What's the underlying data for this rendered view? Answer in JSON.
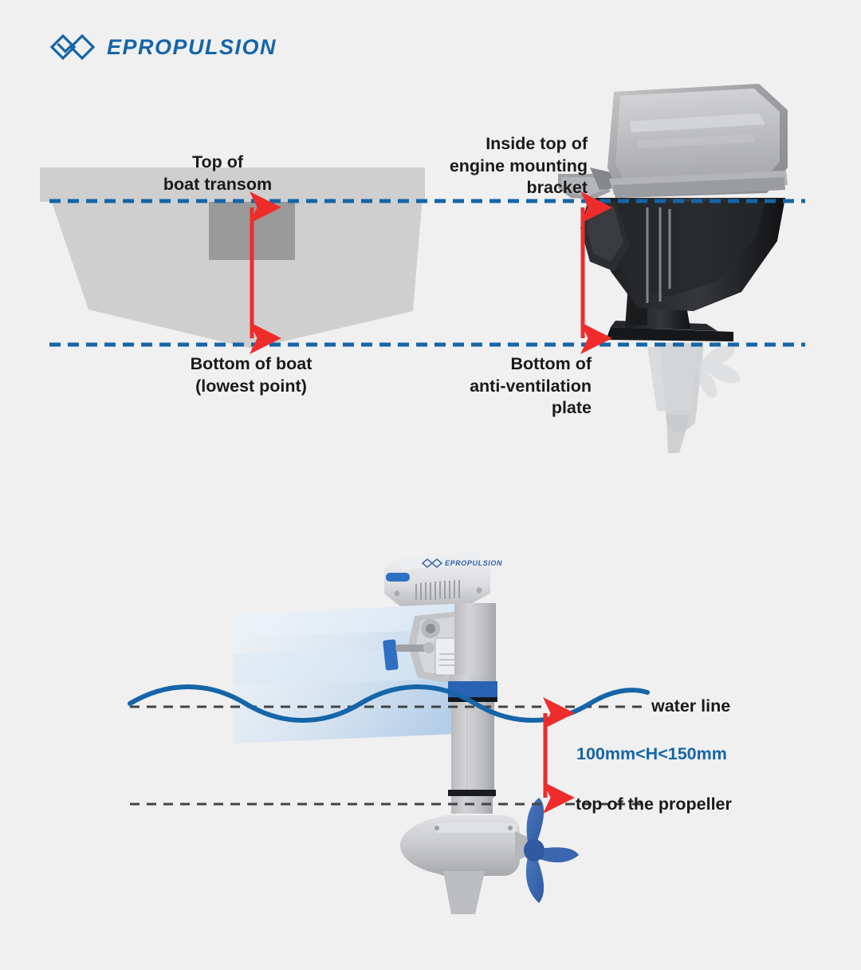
{
  "brand": {
    "name": "EPROPULSION",
    "logo_icon": "epropulsion-chevron-logo",
    "color": "#1565a8"
  },
  "colors": {
    "background": "#f0f0f0",
    "blue": "#1565a8",
    "red_arrow": "#ee2c2c",
    "hull_light": "#cfcfcf",
    "hull_transom": "#9a9a9a",
    "dash_dark": "#444444"
  },
  "diagram_top": {
    "name": "shaft-length-measurement-diagram",
    "labels": {
      "top_of_boat_transom": "Top of\nboat transom",
      "bottom_of_boat": "Bottom of boat\n(lowest point)",
      "inside_top_of_bracket": "Inside top of\nengine mounting\nbracket",
      "bottom_of_plate": "Bottom of\nanti-ventilation\nplate"
    },
    "illustrations": {
      "left": "boat-hull-cross-section",
      "right": "outboard-engine-side-view"
    },
    "measurement_arrow": "transom-height-double-arrow",
    "reference_lines": [
      "top-reference-dashed-line",
      "bottom-reference-dashed-line"
    ]
  },
  "diagram_bottom": {
    "name": "propeller-submersion-depth-diagram",
    "labels": {
      "water_line": "water line",
      "dimension": "100mm<H<150mm",
      "top_of_propeller": "top of the propeller"
    },
    "illustrations": {
      "motor": "electric-outboard-motor",
      "transom_panel": "translucent-boat-transom-panel",
      "propeller": "blue-three-blade-propeller",
      "wave": "water-surface-wave"
    },
    "measurement_arrow": "submersion-depth-double-arrow",
    "reference_lines": [
      "water-line-dashed",
      "propeller-top-dashed"
    ]
  }
}
